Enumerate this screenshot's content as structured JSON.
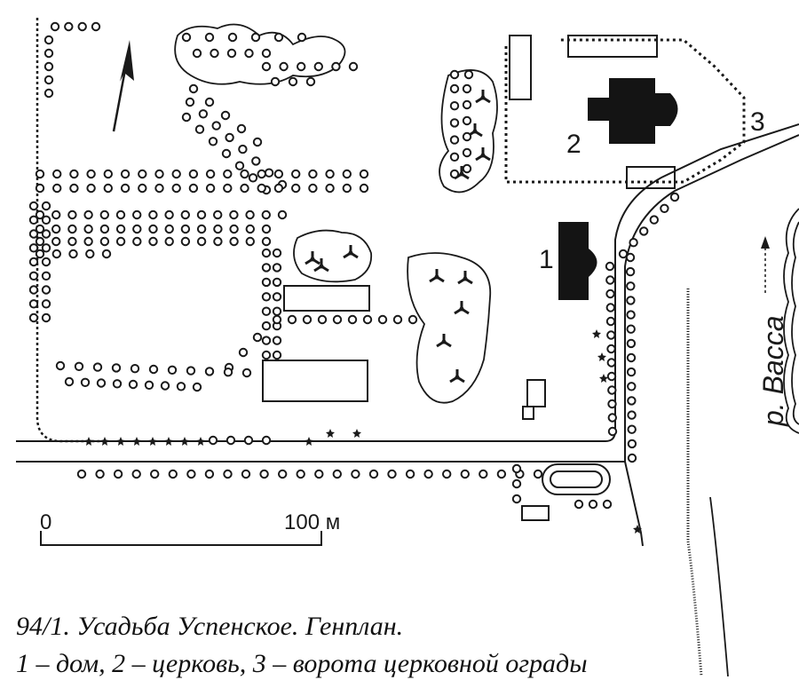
{
  "plan": {
    "labels": {
      "house": "1",
      "church": "2",
      "gate": "3"
    },
    "river": "р. Васса",
    "scale": {
      "start": "0",
      "end": "100 м"
    }
  },
  "caption": {
    "line1": "94/1. Усадьба Успенское. Генплан.",
    "line2": "1 – дом, 2 – церковь, 3 – ворота церковной ограды"
  },
  "colors": {
    "ink": "#1a1a1a",
    "paper": "#ffffff"
  },
  "icons": [
    "north-arrow-icon",
    "tree-dot-icon",
    "conifer-icon",
    "star-shrub-icon"
  ]
}
